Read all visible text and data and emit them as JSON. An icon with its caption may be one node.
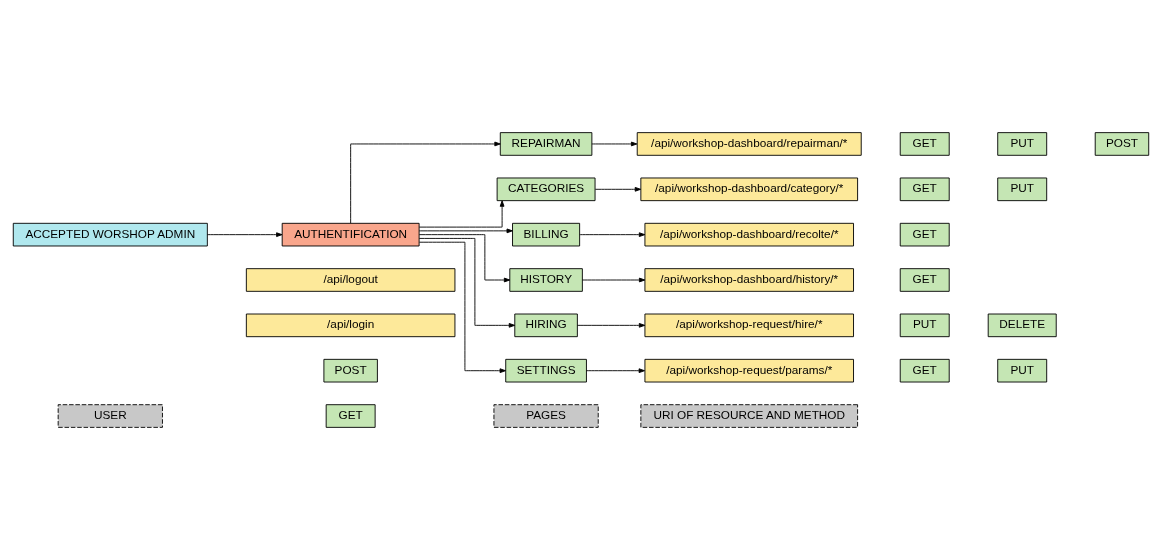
{
  "diagram": {
    "nodes": [
      {
        "text": [
          "USER"
        ]
      },
      {
        "text": [
          "PAGES"
        ]
      },
      {
        "text": [
          "URI OF RESOURCE AND METHOD"
        ]
      },
      {
        "text": [
          "POST"
        ]
      },
      {
        "text": [
          "GET"
        ]
      },
      {
        "text": [
          "/api/login"
        ]
      },
      {
        "text": [
          "/api/logout"
        ]
      },
      {
        "text": [
          "ACCEPTED WORSHOP ADMIN"
        ]
      },
      {
        "text": [
          "AUTHENTIFICATION"
        ]
      },
      {
        "text": [
          "REPAIRMAN"
        ]
      },
      {
        "text": [
          "/api/workshop-dashboard/repairman/*"
        ]
      },
      {
        "text": [
          "GET"
        ]
      },
      {
        "text": [
          "PUT"
        ]
      },
      {
        "text": [
          "POST"
        ]
      },
      {
        "text": [
          "CATEGORIES"
        ]
      },
      {
        "text": [
          "/api/workshop-dashboard/category/*"
        ]
      },
      {
        "text": [
          "GET"
        ]
      },
      {
        "text": [
          "PUT"
        ]
      },
      {
        "text": [
          "BILLING"
        ]
      },
      {
        "text": [
          "/api/workshop-dashboard/recolte/*"
        ]
      },
      {
        "text": [
          "GET"
        ]
      },
      {
        "text": [
          "HISTORY"
        ]
      },
      {
        "text": [
          "/api/workshop-dashboard/history/*"
        ]
      },
      {
        "text": [
          "GET"
        ]
      },
      {
        "text": [
          "HIRING"
        ]
      },
      {
        "text": [
          "/api/workshop-request/hire/*"
        ]
      },
      {
        "text": [
          "PUT"
        ]
      },
      {
        "text": [
          "DELETE"
        ]
      },
      {
        "text": [
          "SETTINGS"
        ]
      },
      {
        "text": [
          "/api/workshop-request/params/*"
        ]
      },
      {
        "text": [
          "GET"
        ]
      },
      {
        "text": [
          "PUT"
        ]
      }
    ],
    "edges": [
      {
        "from": 7,
        "to": 8,
        "arrow": "to"
      },
      {
        "from": 8,
        "to": 9,
        "arrow": "to"
      },
      {
        "from": 8,
        "to": 14,
        "arrow": "to"
      },
      {
        "from": 8,
        "to": 18,
        "arrow": "to"
      },
      {
        "from": 8,
        "to": 21,
        "arrow": "to"
      },
      {
        "from": 8,
        "to": 24,
        "arrow": "to"
      },
      {
        "from": 8,
        "to": 28,
        "arrow": "to"
      },
      {
        "from": 9,
        "to": 10,
        "arrow": "to"
      },
      {
        "from": 14,
        "to": 15,
        "arrow": "to"
      },
      {
        "from": 18,
        "to": 19,
        "arrow": "to"
      },
      {
        "from": 21,
        "to": 22,
        "arrow": "to"
      },
      {
        "from": 24,
        "to": 25,
        "arrow": "to"
      },
      {
        "from": 28,
        "to": 29,
        "arrow": "to"
      }
    ]
  }
}
